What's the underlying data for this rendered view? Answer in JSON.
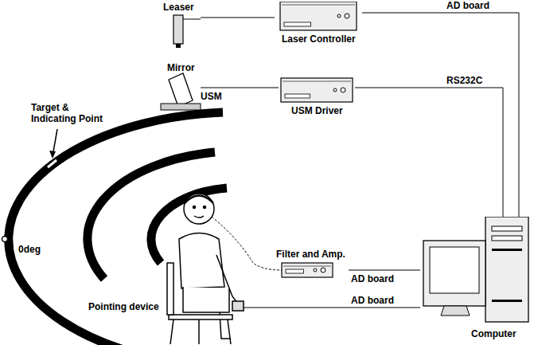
{
  "diagram": {
    "nodes": [
      {
        "text": [
          "Leaser"
        ]
      },
      {
        "text": [
          "Laser Controller"
        ]
      },
      {
        "text": [
          "Mirror",
          "USM"
        ]
      },
      {
        "text": [
          "USM Driver"
        ]
      },
      {
        "text": [
          "Filter and Amp."
        ]
      },
      {
        "text": [
          "Computer"
        ]
      }
    ],
    "edges": [
      {
        "from": 0,
        "to": 1,
        "arrow": "none"
      },
      {
        "from": 1,
        "to": 5,
        "label": "AD board",
        "arrow": "none"
      },
      {
        "from": 2,
        "to": 3,
        "arrow": "none"
      },
      {
        "from": 3,
        "to": 5,
        "label": "RS232C",
        "arrow": "none"
      },
      {
        "from": 4,
        "to": 5,
        "label": "AD board",
        "arrow": "none"
      }
    ],
    "labels": [
      "Target & Indicating Point",
      "0deg",
      "Pointing device",
      "AD board"
    ]
  }
}
